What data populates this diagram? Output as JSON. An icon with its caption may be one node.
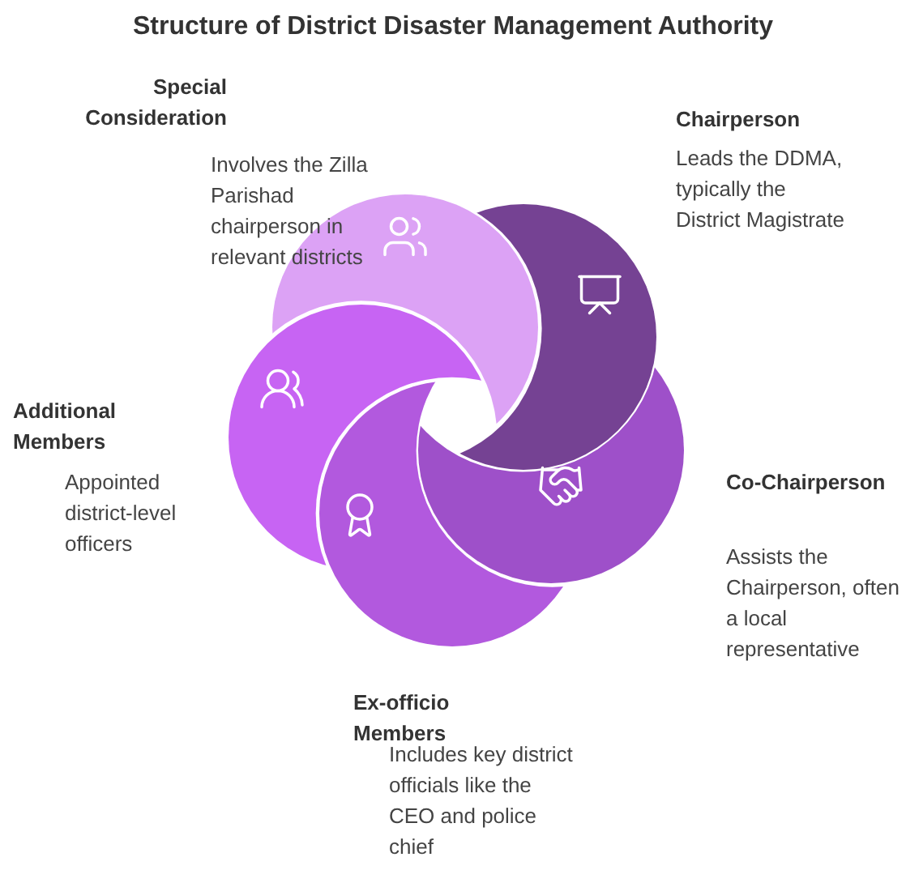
{
  "diagram": {
    "title": "Structure of District Disaster Management Authority",
    "nodes": [
      {
        "text": [
          "Special Consideration",
          "Involves the Zilla Parishad chairperson in relevant districts"
        ]
      },
      {
        "text": [
          "Chairperson",
          "Leads the DDMA, typically the District Magistrate"
        ]
      },
      {
        "text": [
          "Additional Members",
          "Appointed district-level officers"
        ]
      },
      {
        "text": [
          "Co-Chairperson",
          "Assists the Chairperson, often a local representative"
        ]
      },
      {
        "text": [
          "Ex-officio Members",
          "Includes key district officials like the CEO and police chief"
        ]
      }
    ]
  }
}
